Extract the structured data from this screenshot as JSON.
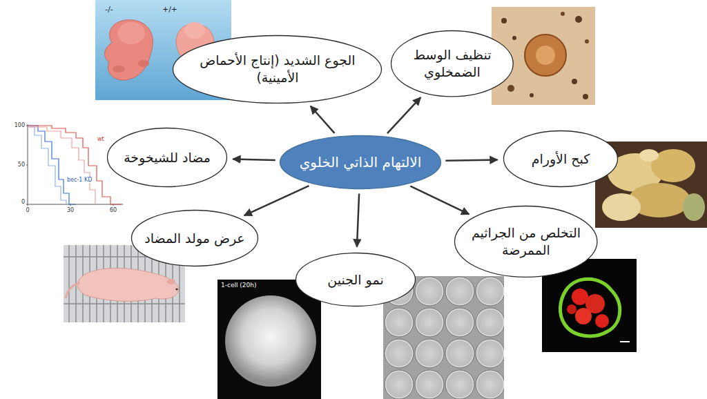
{
  "diagram": {
    "nodes": [
      {
        "text": [
          "الالتهام الذاتي الخلوي"
        ]
      },
      {
        "text": [
          "الجوع الشديد (إنتاج الأحماض الأمينية)"
        ]
      },
      {
        "text": [
          "تنظيف الوسط الضمخلوي"
        ]
      },
      {
        "text": [
          "مضاد للشيخوخة"
        ]
      },
      {
        "text": [
          "كبح الأورام"
        ]
      },
      {
        "text": [
          "عرض مولد المضاد"
        ]
      },
      {
        "text": [
          "التخلص من الجراثيم الممرضة"
        ]
      },
      {
        "text": [
          "نمو الجنين"
        ]
      }
    ],
    "edges": [
      {
        "from": 0,
        "to": 1,
        "arrow": "to"
      },
      {
        "from": 0,
        "to": 2,
        "arrow": "to"
      },
      {
        "from": 0,
        "to": 3,
        "arrow": "to"
      },
      {
        "from": 0,
        "to": 4,
        "arrow": "to"
      },
      {
        "from": 0,
        "to": 5,
        "arrow": "to"
      },
      {
        "from": 0,
        "to": 6,
        "arrow": "to"
      },
      {
        "from": 0,
        "to": 7,
        "arrow": "to"
      }
    ],
    "labels": [
      "-/-",
      "+/+",
      "100",
      "50",
      "0",
      "0",
      "30",
      "60",
      "wt",
      "bec-1 KD",
      "1-cell (20h)"
    ]
  }
}
